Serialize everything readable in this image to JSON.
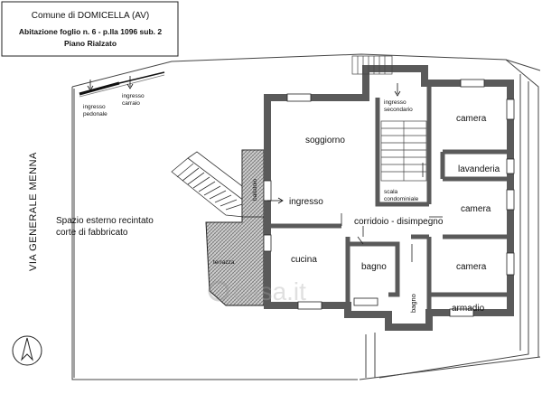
{
  "header": {
    "line1": "Comune di DOMICELLA (AV)",
    "line2": "Abitazione foglio n. 6 - p.lla 1096 sub. 2",
    "line3": "Piano Rialzato"
  },
  "labels": {
    "street": "VIA GENERALE MENNA",
    "entrance_pedestrian_1": "ingresso",
    "entrance_pedestrian_2": "pedonale",
    "entrance_carriage_1": "ingresso",
    "entrance_carriage_2": "carraio",
    "outdoor_1": "Spazio esterno recintato",
    "outdoor_2": "corte di fabbricato",
    "terrace": "terrazza",
    "balcony": "ballatoio",
    "secondary_entrance_1": "ingresso",
    "secondary_entrance_2": "secondario",
    "stair_1": "scala",
    "stair_2": "condominiale"
  },
  "rooms": {
    "living": "soggiorno",
    "entrance": "ingresso",
    "kitchen": "cucina",
    "corridor": "corridoio - disimpegno",
    "bath_1": "bagno",
    "bath_2": "bagno",
    "bedroom_1": "camera",
    "laundry": "lavanderia",
    "bedroom_2": "camera",
    "bedroom_3": "camera",
    "wardrobe": "armadio"
  },
  "watermark": "casa.it",
  "north_icon": "north-arrow-icon"
}
